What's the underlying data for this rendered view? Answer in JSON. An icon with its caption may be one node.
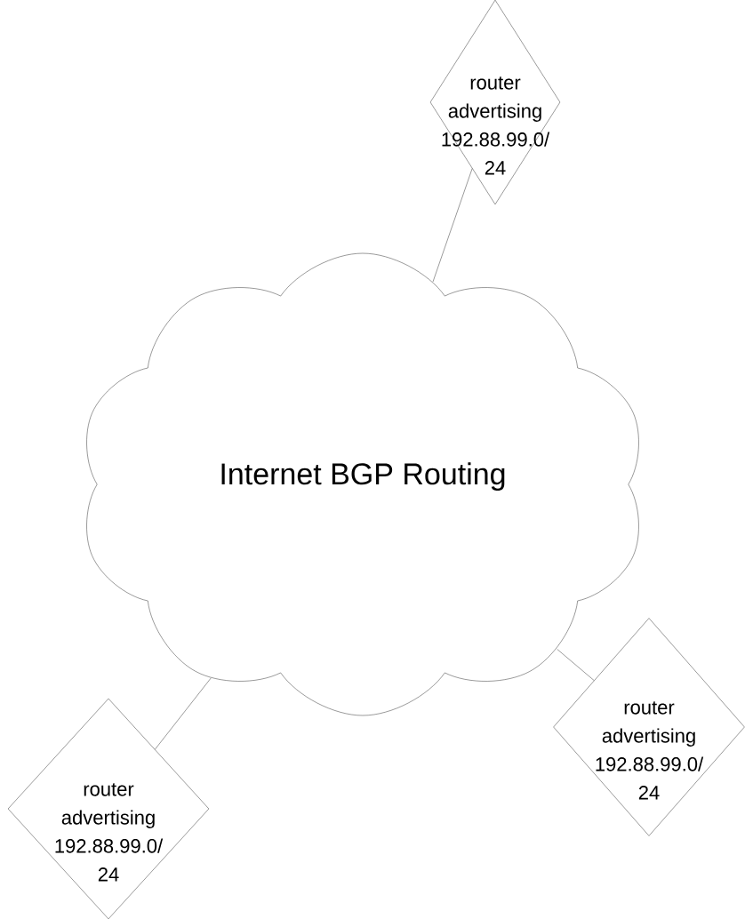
{
  "diagram": {
    "nodes": [
      {
        "text": [
          "router advertising 192.88.99.0/ 24"
        ]
      },
      {
        "text": [
          "Internet BGP Routing"
        ]
      },
      {
        "text": [
          "router advertising 192.88.99.0/ 24"
        ]
      },
      {
        "text": [
          "router advertising 192.88.99.0/ 24"
        ]
      }
    ],
    "edges": [
      {
        "from": 0,
        "to": 1,
        "arrow": "none"
      },
      {
        "from": 1,
        "to": 2,
        "arrow": "none"
      },
      {
        "from": 1,
        "to": 3,
        "arrow": "none"
      }
    ]
  }
}
